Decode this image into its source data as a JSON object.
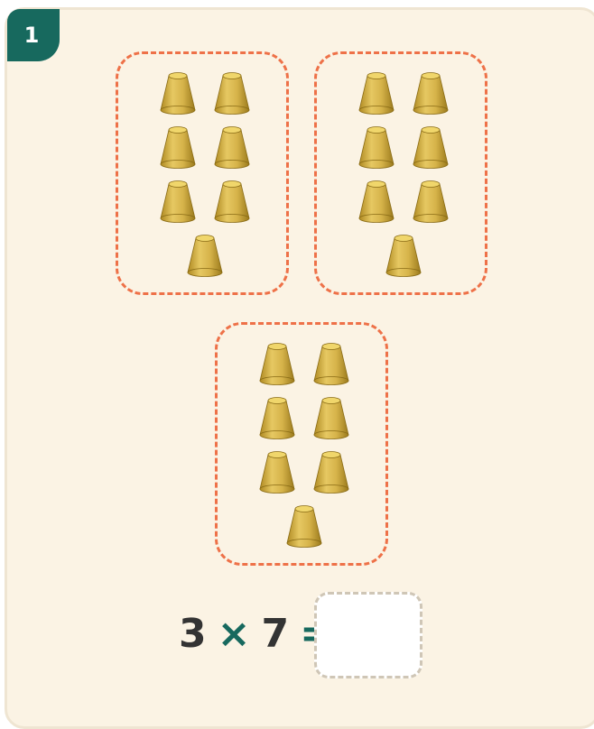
{
  "problem": {
    "number": "1",
    "groups_count": 3,
    "items_per_group": 7,
    "item_icon": "cone-icon",
    "colors": {
      "badge": "#17695e",
      "group_border": "#ee7148",
      "cone": "#d6b34a",
      "card_bg": "#fbf3e4"
    }
  },
  "equation": {
    "left": "3",
    "operator": "×",
    "right": "7",
    "equals": "=",
    "answer": ""
  }
}
